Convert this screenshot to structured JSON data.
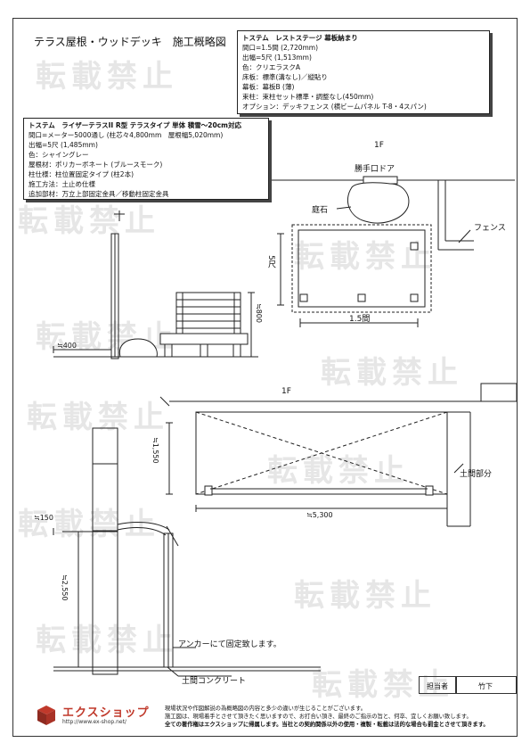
{
  "title": "テラス屋根・ウッドデッキ　施工概略図",
  "watermark": "転載禁止",
  "deck_spec": {
    "lines": [
      "トステム　レストステージ 幕板納まり",
      "間口=1.5間 (2,720mm)",
      "出幅=5尺 (1,513mm)",
      "色：クリエラスクA",
      "床板：標準(溝なし)／縦貼り",
      "幕板：幕板B (薄)",
      "束柱：束柱セット標準・調整なし(450mm)",
      "オプション：デッキフェンス (横ビームパネル T-8・4スパン)"
    ]
  },
  "terrace_spec": {
    "lines": [
      "トステム　ライザーテラスII R型 テラスタイプ 単体 積雪～20cm対応",
      "間口=メーター5000通し (柱芯々4,800mm　屋根幅5,020mm)",
      "出幅=5尺 (1,485mm)",
      "色：シャイングレー",
      "屋根材：ポリカーボネート (ブルースモーク)",
      "柱仕様：柱位置固定タイプ (柱2本)",
      "施工方法：土止め仕様",
      "追加部材：万立上部固定金具／移動柱固定金具"
    ]
  },
  "labels": {
    "floor_1f_top": "1F",
    "door": "勝手口ドア",
    "niwa_ishi": "庭石",
    "fence": "フェンス",
    "dim_5shaku": "5尺",
    "dim_800": "≒800",
    "dim_1_5ken": "1.5間",
    "dim_400": "≒400",
    "floor_1f_bottom": "1F",
    "dim_1550": "≒1,550",
    "doma_part": "土間部分",
    "dim_150": "≒150",
    "dim_5300": "≒5,300",
    "dim_2550": "≒2,550",
    "anchor_note": "アンカーにて固定致します。",
    "doma_concrete": "土間コンクリート"
  },
  "footer": {
    "person_label": "担当者",
    "person_name": "竹下",
    "company": "エクスショップ",
    "url": "http://www.ex-shop.net/",
    "notes": [
      "現場状況や作図解説の為概略図の内容と多少の違いが生じることがございます。",
      "施工図は、現場着手とさせて頂きたく思いますので、お打合い頂き、最終のご指示の旨と、何卒、宜しくお願い致します。",
      "全ての著作権はエクスショップに帰属します。当社との契約関係以外の使用・複製・転載は法的な場合も罰金とさせて頂きます。"
    ]
  }
}
